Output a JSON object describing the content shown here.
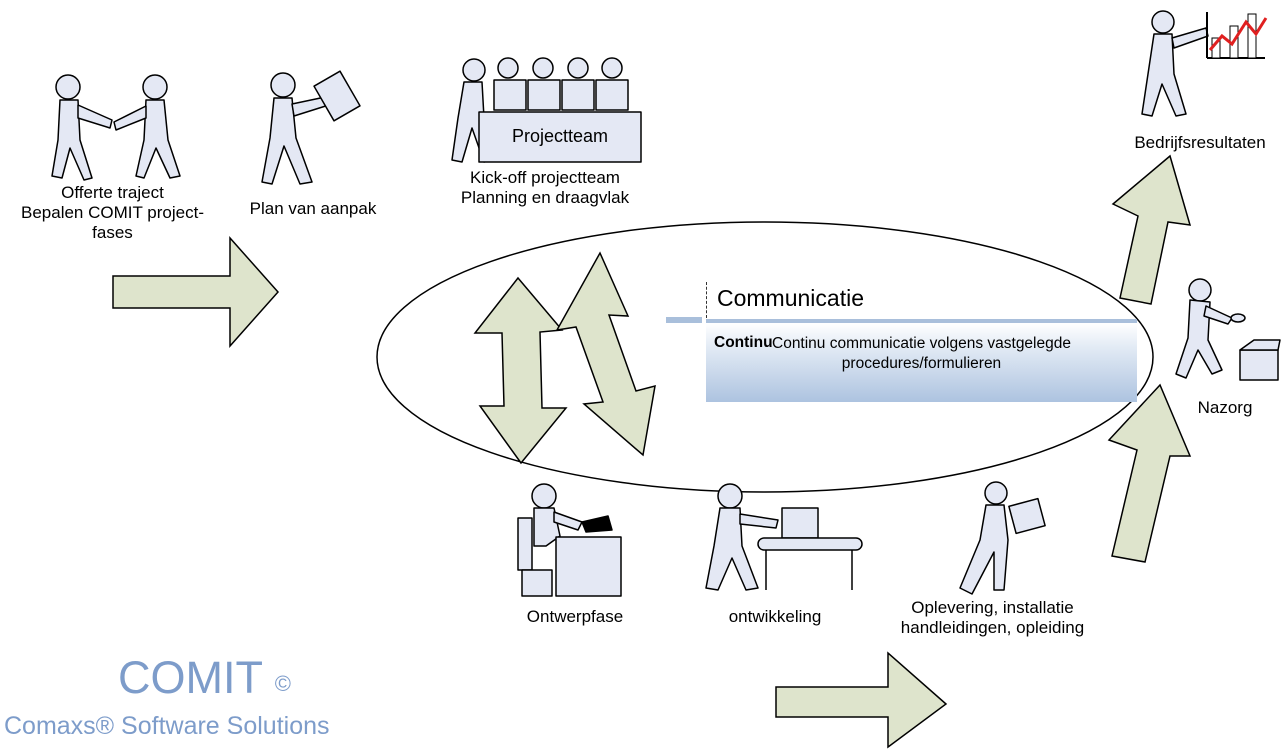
{
  "labels": {
    "offerte": [
      "Offerte traject",
      "Bepalen COMIT project-",
      "fases"
    ],
    "plan": "Plan van aanpak",
    "kickoff": [
      "Kick-off projectteam",
      "Planning en draagvlak"
    ],
    "projectteam_sign": "Projectteam",
    "bedrijfsresultaten": "Bedrijfsresultaten",
    "nazorg": "Nazorg",
    "ontwerpfase": "Ontwerpfase",
    "ontwikkeling": "ontwikkeling",
    "oplevering": [
      "Oplevering, installatie",
      "handleidingen, opleiding"
    ]
  },
  "communicatie": {
    "title": "Communicatie",
    "bold": "Continu",
    "text": [
      "Continu communicatie volgens vastgelegde",
      "procedures/formulieren"
    ]
  },
  "brand": {
    "name": "COMIT",
    "symbol": "©",
    "sub": "Comaxs® Software Solutions",
    "color": "#7d9cca"
  },
  "colors": {
    "arrow_fill": "#dee4cc",
    "figure_fill": "#e4e8f4"
  }
}
